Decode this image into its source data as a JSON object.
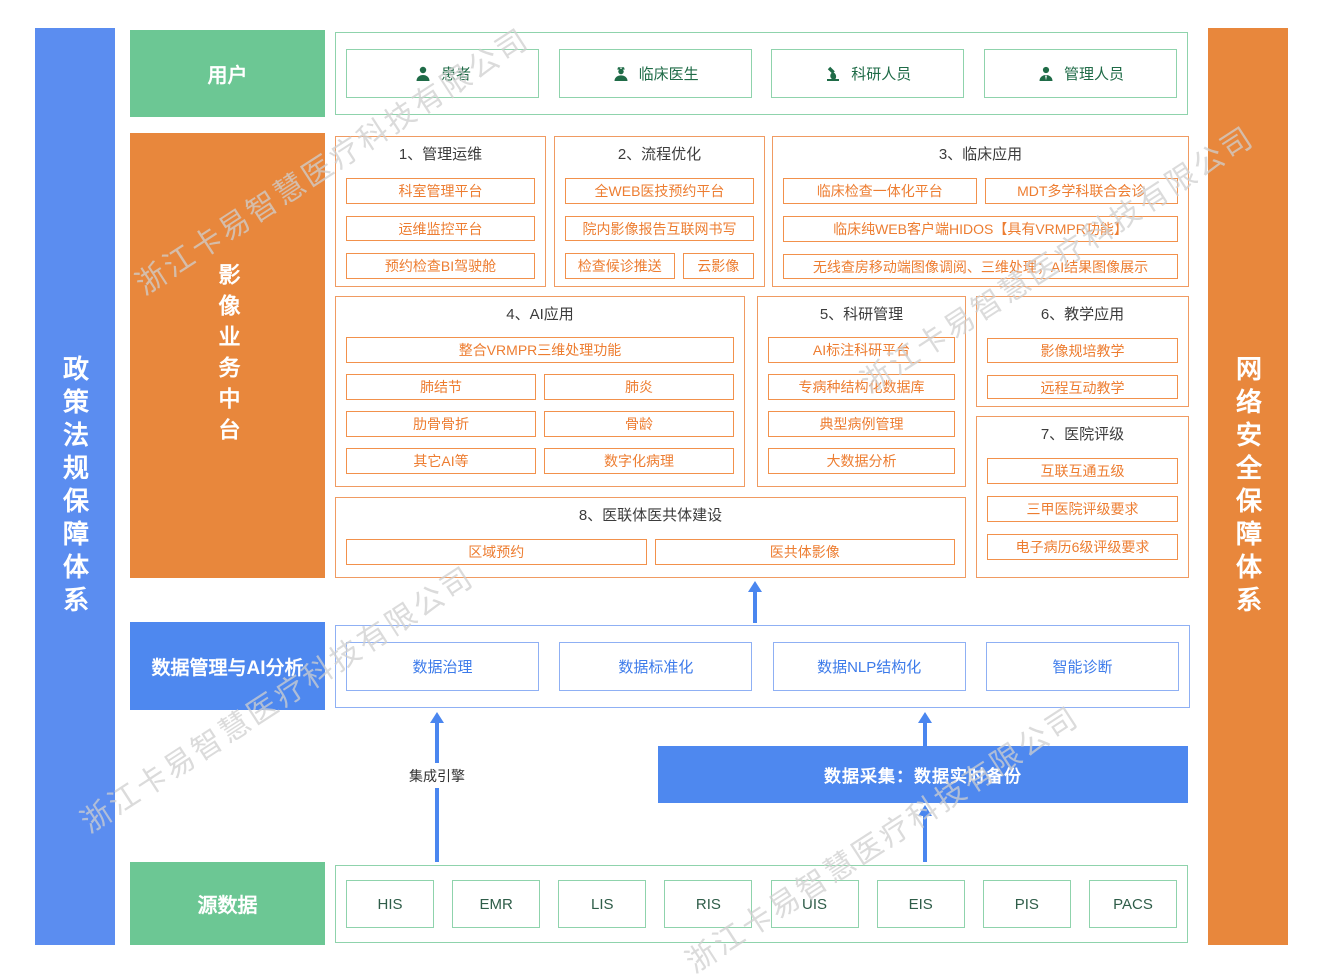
{
  "watermark": {
    "text": "浙江卡易智慧医疗科技有限公司"
  },
  "sidebar_left": {
    "label": "政策法规保障体系"
  },
  "sidebar_right": {
    "label": "网络安全保障体系"
  },
  "users": {
    "label": "用户",
    "items": [
      {
        "icon": "patient-icon",
        "label": "患者"
      },
      {
        "icon": "doctor-icon",
        "label": "临床医生"
      },
      {
        "icon": "researcher-icon",
        "label": "科研人员"
      },
      {
        "icon": "admin-icon",
        "label": "管理人员"
      }
    ]
  },
  "imaging": {
    "label": "影像业务中台",
    "s1": {
      "title": "1、管理运维",
      "items": [
        "科室管理平台",
        "运维监控平台",
        "预约检查BI驾驶舱"
      ]
    },
    "s2": {
      "title": "2、流程优化",
      "items": [
        "全WEB医技预约平台",
        "院内影像报告互联网书写"
      ],
      "split": [
        "检查候诊推送",
        "云影像"
      ]
    },
    "s3": {
      "title": "3、临床应用",
      "split": [
        "临床检查一体化平台",
        "MDT多学科联合会诊"
      ],
      "items": [
        "临床纯WEB客户端HIDOS【具有VRMPR功能】",
        "无线查房移动端图像调阅、三维处理；AI结果图像展示"
      ]
    },
    "s4": {
      "title": "4、AI应用",
      "full": "整合VRMPR三维处理功能",
      "grid": [
        "肺结节",
        "肺炎",
        "肋骨骨折",
        "骨龄",
        "其它AI等",
        "数字化病理"
      ]
    },
    "s5": {
      "title": "5、科研管理",
      "items": [
        "AI标注科研平台",
        "专病种结构化数据库",
        "典型病例管理",
        "大数据分析"
      ]
    },
    "s6": {
      "title": "6、教学应用",
      "items": [
        "影像规培教学",
        "远程互动教学"
      ]
    },
    "s7": {
      "title": "7、医院评级",
      "items": [
        "互联互通五级",
        "三甲医院评级要求",
        "电子病历6级评级要求"
      ]
    },
    "s8": {
      "title": "8、医联体医共体建设",
      "split": [
        "区域预约",
        "医共体影像"
      ]
    }
  },
  "data_mgmt": {
    "label": "数据管理与AI分析",
    "items": [
      "数据治理",
      "数据标准化",
      "数据NLP结构化",
      "智能诊断"
    ]
  },
  "middle": {
    "integration_engine": "集成引擎",
    "collection_bar": "数据采集：数据实时备份"
  },
  "source": {
    "label": "源数据",
    "items": [
      "HIS",
      "EMR",
      "LIS",
      "RIS",
      "UIS",
      "EIS",
      "PIS",
      "PACS"
    ]
  },
  "colors": {
    "green_block": "#6CC794",
    "green_border": "#8FD3AC",
    "green_text": "#1F6B47",
    "orange_block": "#E8873C",
    "orange_section_border": "#F09B62",
    "orange_item_border": "#F2914C",
    "orange_text": "#ED7D31",
    "blue_sidebar": "#5B8DF0",
    "blue_block": "#4E88EF",
    "blue_border": "#8FB0F4",
    "blue_text": "#3D7BEA",
    "arrow": "#4A86EF",
    "title_text": "#3C3C3C",
    "watermark": "#CFCFCF"
  }
}
